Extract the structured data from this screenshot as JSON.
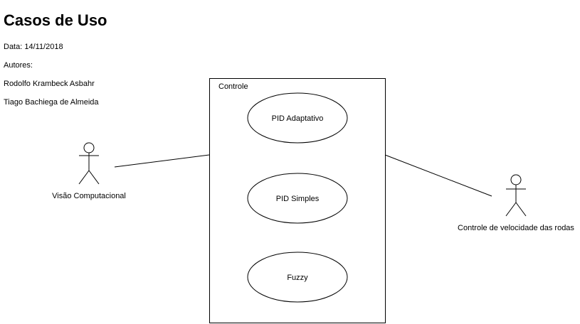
{
  "header": {
    "title": "Casos de Uso",
    "date": "Data: 14/11/2018",
    "authors_label": "Autores:",
    "authors": [
      "Rodolfo Krambeck Asbahr",
      "Tiago Bachiega de Almeida"
    ]
  },
  "system": {
    "label": "Controle",
    "use_cases": [
      "PID Adaptativo",
      "PID Simples",
      "Fuzzy"
    ]
  },
  "actors": {
    "left": "Visão Computacional",
    "right": "Controle de velocidade das rodas"
  },
  "colors": {
    "stroke": "#000000",
    "background": "#ffffff"
  }
}
